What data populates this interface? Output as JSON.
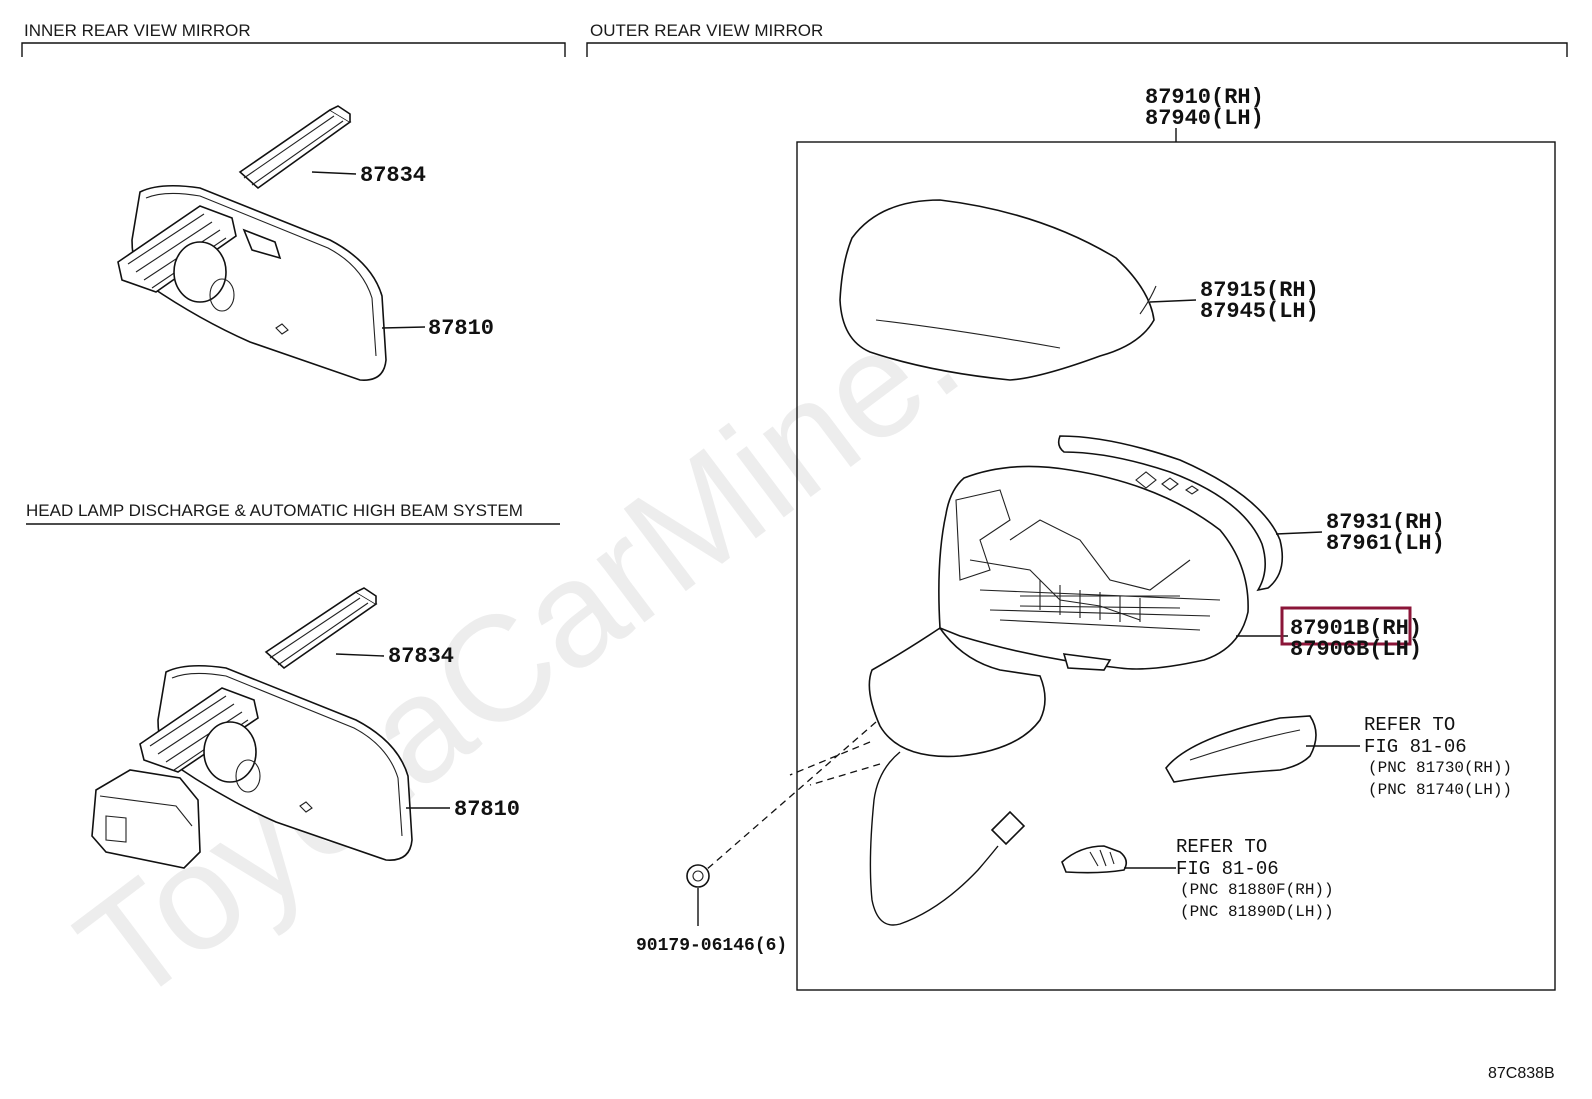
{
  "sections": {
    "inner_title": "INNER REAR VIEW MIRROR",
    "outer_title": "OUTER REAR VIEW MIRROR",
    "headlamp_title": "HEAD LAMP DISCHARGE & AUTOMATIC HIGH BEAM SYSTEM"
  },
  "inner": {
    "cover_part": "87834",
    "mirror_part": "87810"
  },
  "headlamp": {
    "cover_part": "87834",
    "mirror_part": "87810"
  },
  "outer": {
    "assembly_rh": "87910(RH)",
    "assembly_lh": "87940(LH)",
    "cover_rh": "87915(RH)",
    "cover_lh": "87945(LH)",
    "cover_sub_rh": "87931(RH)",
    "cover_sub_lh": "87961(LH)",
    "housing_rh": "87901B(RH)",
    "housing_lh": "87906B(LH)",
    "clip_part": "90179-06146(6)",
    "ref1_a": "REFER TO",
    "ref1_b": "FIG 81-06",
    "ref1_c": "(PNC 81730(RH))",
    "ref1_d": "(PNC 81740(LH))",
    "ref2_a": "REFER TO",
    "ref2_b": "FIG 81-06",
    "ref2_c": "(PNC 81880F(RH))",
    "ref2_d": "(PNC 81890D(LH))"
  },
  "figure_code": "87C838B",
  "watermark": "ToyotaCarMine.ru",
  "highlight_color": "#8b1538"
}
